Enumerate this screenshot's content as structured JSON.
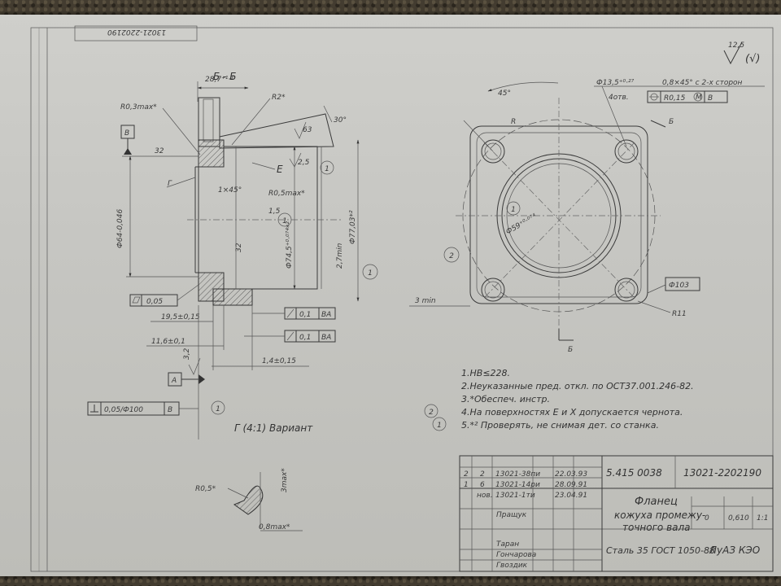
{
  "sheet": {
    "stamp_top": "13021-2202190",
    "roughness_value": "12,5",
    "roughness_paren": "(√)"
  },
  "section_view": {
    "section_label": "Б - Б",
    "dim_top": "28,7⁺¹·³",
    "r_03": "R0,3max*",
    "r_2": "R2*",
    "angle_30": "30°",
    "rough_63": "63",
    "rough_25": "2,5",
    "datum_b": "В",
    "dim_32": "32",
    "label_g": "Г",
    "label_e": "Е",
    "chamfer": "1×45°",
    "r_05": "R0,5max*",
    "dim_15": "1,5",
    "dim_phi64": "Ф64-0,046",
    "dim_phi745": "Ф74,5⁺⁰·⁰⁷⁴*²",
    "dim_27min": "2,7min",
    "dim_phi77": "Ф77,03*²",
    "dim_32b": "32",
    "flat_tol": "0,05",
    "dim_195": "19,5±0,15",
    "dim_116": "11,6±0,1",
    "runout_1": "0,1",
    "runout_1_datum": "ВА",
    "runout_2": "0,1",
    "runout_2_datum": "ВА",
    "dim_14": "1,4±0,15",
    "datum_a": "А",
    "rough_32": "3,2",
    "perp_tol": "0,05/Ф100",
    "perp_datum": "В",
    "circle_1": "1"
  },
  "detail_view": {
    "title": "Г (4:1) Вариант",
    "r_05": "R0,5*",
    "dim_3max": "3max*",
    "dim_08max": "0,8max*"
  },
  "plan_view": {
    "angle_45": "45°",
    "label_r": "R",
    "hole_note": "Ф13,5⁺⁰·²⁷",
    "hole_chamfer": "0,8×45° с 2-х сторон",
    "hole_count": "4отв.",
    "position_tol": "R0,15",
    "position_m": "M",
    "position_datum": "В",
    "section_mark": "Б",
    "dim_phi59": "Ф59⁺⁰·⁰⁷⁴",
    "circle_1": "1",
    "circle_2": "2",
    "dim_3min": "3 min",
    "dim_phi103": "Ф103",
    "dim_r11": "R11",
    "section_mark_bottom": "Б"
  },
  "notes": [
    "1.НВ≤228.",
    "2.Неуказанные пред. откл. по ОСТ37.001.246-82.",
    "3.*Обеспеч. инстр.",
    "4.На поверхностях Е и Х допускается чернота.",
    "5.*² Проверять, не снимая дет. со станка."
  ],
  "notes_markers": {
    "m2": "2",
    "m1": "1"
  },
  "title_block": {
    "drawing_number": "5.415 0038",
    "doc_code": "13021-2202190",
    "part_name_1": "Фланец",
    "part_name_2": "кожуха промежу-",
    "part_name_3": "точного вала",
    "mass_letter": "0",
    "mass": "0,610",
    "scale": "1:1",
    "material": "Сталь 35 ГОСТ 1050-88",
    "org": "ЛуАЗ КЭО",
    "rev_rows": [
      {
        "zone": "2",
        "count": "2",
        "doc": "13021-38пи",
        "date": "22.03.93"
      },
      {
        "zone": "1",
        "count": "6",
        "doc": "13021-14ри",
        "date": "28.09.91"
      },
      {
        "zone": "",
        "count": "нов.",
        "doc": "13021-1ти",
        "date": "23.04.91"
      }
    ],
    "people": [
      "Пращук",
      "Таран",
      "Гончарова",
      "Гвоздик"
    ]
  }
}
